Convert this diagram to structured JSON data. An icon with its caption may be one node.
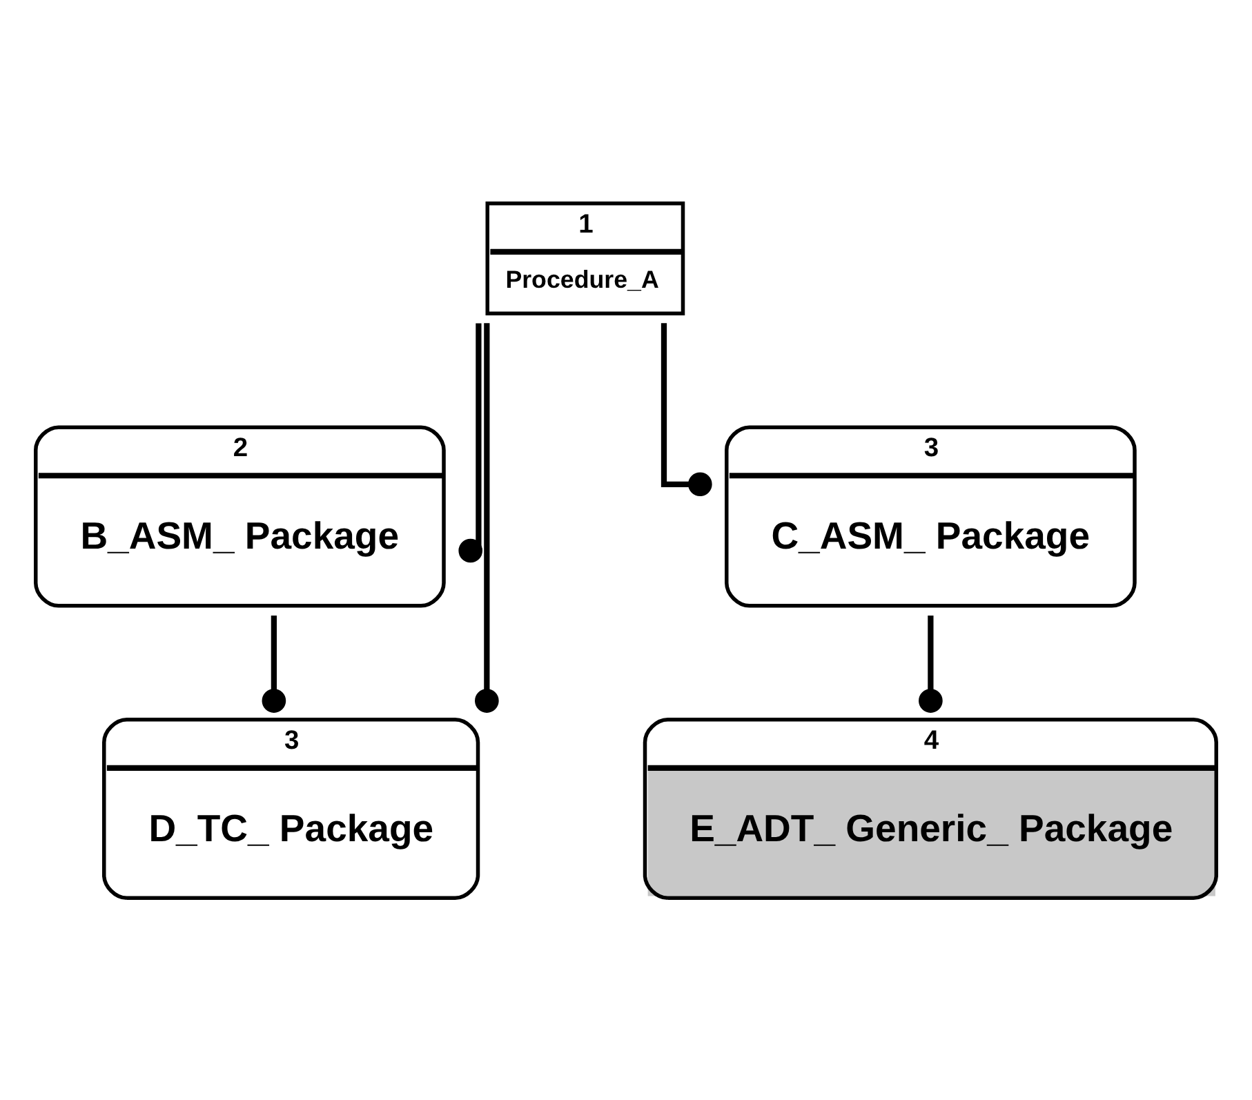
{
  "diagram": {
    "nodes": [
      {
        "text": [
          "1",
          "Procedure_A"
        ]
      },
      {
        "text": [
          "2",
          "B_ASM_ Package"
        ]
      },
      {
        "text": [
          "3",
          "C_ASM_ Package"
        ]
      },
      {
        "text": [
          "3",
          "D_TC_ Package"
        ]
      },
      {
        "text": [
          "4",
          "E_ADT_ Generic_ Package"
        ]
      }
    ],
    "edges": [
      {
        "from": 0,
        "to": 1,
        "arrow": "other"
      },
      {
        "from": 0,
        "to": 3,
        "arrow": "other"
      },
      {
        "from": 0,
        "to": 2,
        "arrow": "other"
      },
      {
        "from": 1,
        "to": 3,
        "arrow": "other"
      },
      {
        "from": 2,
        "to": 4,
        "arrow": "other"
      }
    ]
  }
}
